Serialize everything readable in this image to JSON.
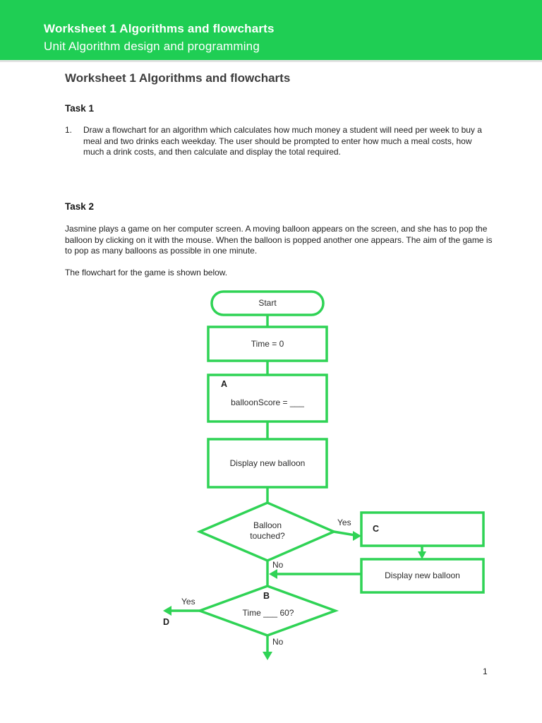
{
  "header": {
    "title": "Worksheet 1 Algorithms and flowcharts",
    "subtitle": "Unit Algorithm design and programming",
    "bg_color": "#1fce54",
    "text_color": "#ffffff"
  },
  "page": {
    "title": "Worksheet 1 Algorithms and flowcharts",
    "page_number": "1"
  },
  "task1": {
    "heading": "Task 1",
    "item_number": "1.",
    "item_text": "Draw a flowchart for an algorithm which calculates how much money a student will need per week to buy a meal and two drinks each weekday. The user should be prompted to enter how much a meal costs, how much a drink costs, and then calculate and display the total required."
  },
  "task2": {
    "heading": "Task 2",
    "intro": "Jasmine plays a game on her computer screen. A moving balloon appears on the screen, and she has to pop the balloon by clicking on it with the mouse. When the balloon is popped another one appears. The aim of the game is to pop as many balloons as possible in one minute.",
    "flowchart_caption": "The flowchart for the game is shown below."
  },
  "flowchart": {
    "accent_color": "#2fd355",
    "start": "Start",
    "time_init": "Time = 0",
    "label_a": "A",
    "balloon_score": "balloonScore = ___",
    "display_new_balloon_1": "Display new balloon",
    "decision_balloon": "Balloon touched?",
    "yes_1": "Yes",
    "label_c": "C",
    "display_new_balloon_2": "Display new balloon",
    "no_1": "No",
    "label_b": "B",
    "decision_time": "Time ___ 60?",
    "yes_2": "Yes",
    "label_d": "D",
    "no_2": "No"
  }
}
